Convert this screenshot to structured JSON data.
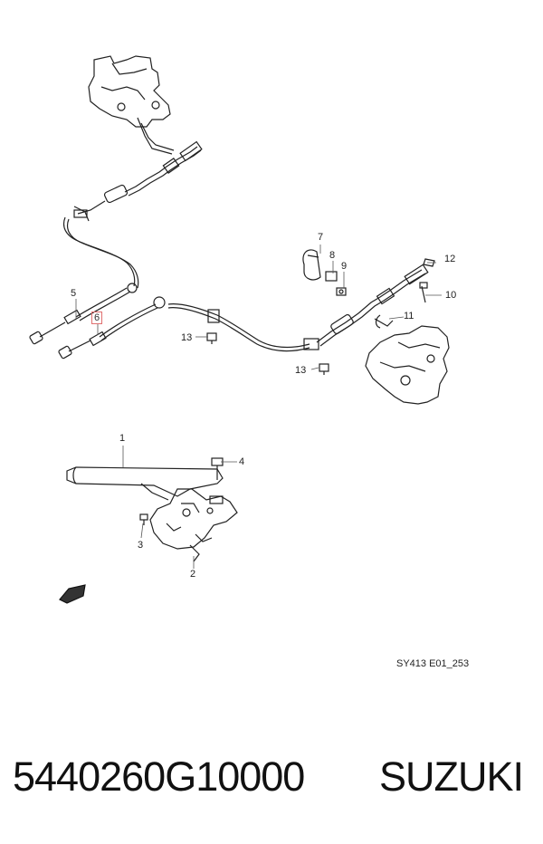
{
  "diagram": {
    "callouts": [
      {
        "id": "1",
        "label": "1"
      },
      {
        "id": "2",
        "label": "2"
      },
      {
        "id": "3",
        "label": "3"
      },
      {
        "id": "4",
        "label": "4"
      },
      {
        "id": "5",
        "label": "5"
      },
      {
        "id": "6",
        "label": "6"
      },
      {
        "id": "7",
        "label": "7"
      },
      {
        "id": "8",
        "label": "8"
      },
      {
        "id": "9",
        "label": "9"
      },
      {
        "id": "10",
        "label": "10"
      },
      {
        "id": "11",
        "label": "11"
      },
      {
        "id": "12",
        "label": "12"
      },
      {
        "id": "13a",
        "label": "13"
      },
      {
        "id": "13b",
        "label": "13"
      }
    ],
    "highlighted_callout": "6",
    "highlight_color": "#e07070",
    "drawing_code": "SY413 E01_253",
    "direction_icon": "fwd-arrow-icon"
  },
  "footer": {
    "part_number": "5440260G10000",
    "brand": "SUZUKI"
  }
}
